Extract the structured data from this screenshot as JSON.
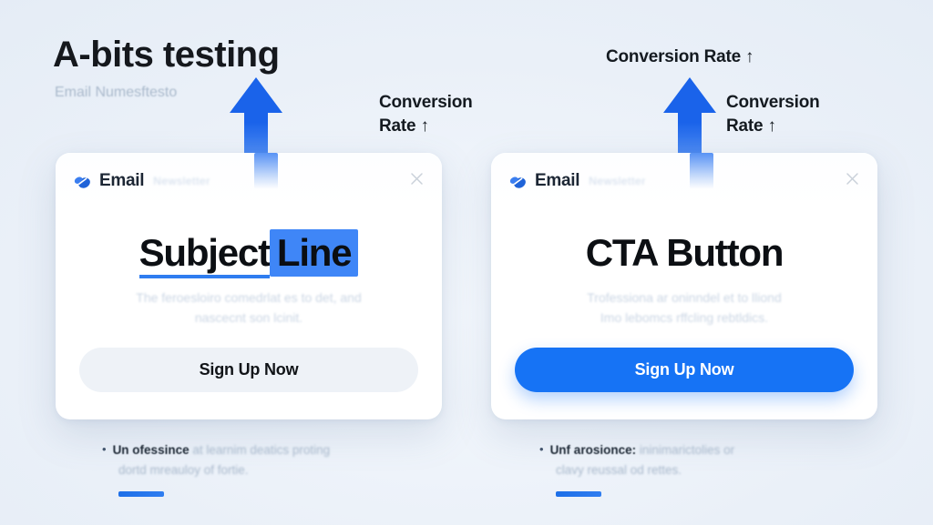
{
  "page": {
    "title": "A-bits testing",
    "subtitle": "Email Numesftesto",
    "background_color": "#e9eff7",
    "accent_color": "#1673f5"
  },
  "annotations": {
    "conversion_top": "Conversion Rate ↑",
    "conversion_left_line1": "Conversion",
    "conversion_left_line2": "Rate ↑",
    "conversion_right_line1": "Conversion",
    "conversion_right_line2": "Rate ↑",
    "arrow_left_name": "up-arrow",
    "arrow_right_name": "up-arrow",
    "arrow_color": "#1558e8"
  },
  "cards": [
    {
      "id": "variant-a",
      "brand": "Email",
      "brand_sub": "Newsletter",
      "close_label": "×",
      "headline_plain": "Subject",
      "headline_highlight": "Line",
      "body_line1": "The feroesloiro comedrlat es to det, and",
      "body_line2": "nascecnt son lcinit.",
      "cta_label": "Sign Up Now",
      "cta_style": "muted",
      "cta_bg": "#eef2f7",
      "cta_text_color": "#111418"
    },
    {
      "id": "variant-b",
      "brand": "Email",
      "brand_sub": "Newsletter",
      "close_label": "×",
      "headline_plain": "CTA Button",
      "headline_highlight": "",
      "body_line1": "Trofessiona ar oninndel et to lliond",
      "body_line2": "Imo lebomcs rffcling rebtldics.",
      "cta_label": "Sign Up Now",
      "cta_style": "primary",
      "cta_bg": "#1673f5",
      "cta_text_color": "#ffffff"
    }
  ],
  "footnotes": [
    {
      "bullet": "•",
      "strong": "Un ofessince",
      "rest": "at learnim deatics proting",
      "line2": "dortd mreauloy of fortie."
    },
    {
      "bullet": "•",
      "strong": "Unf arosionce:",
      "rest": "ininimarictolies or",
      "line2": "clavy reussal od rettes."
    }
  ]
}
